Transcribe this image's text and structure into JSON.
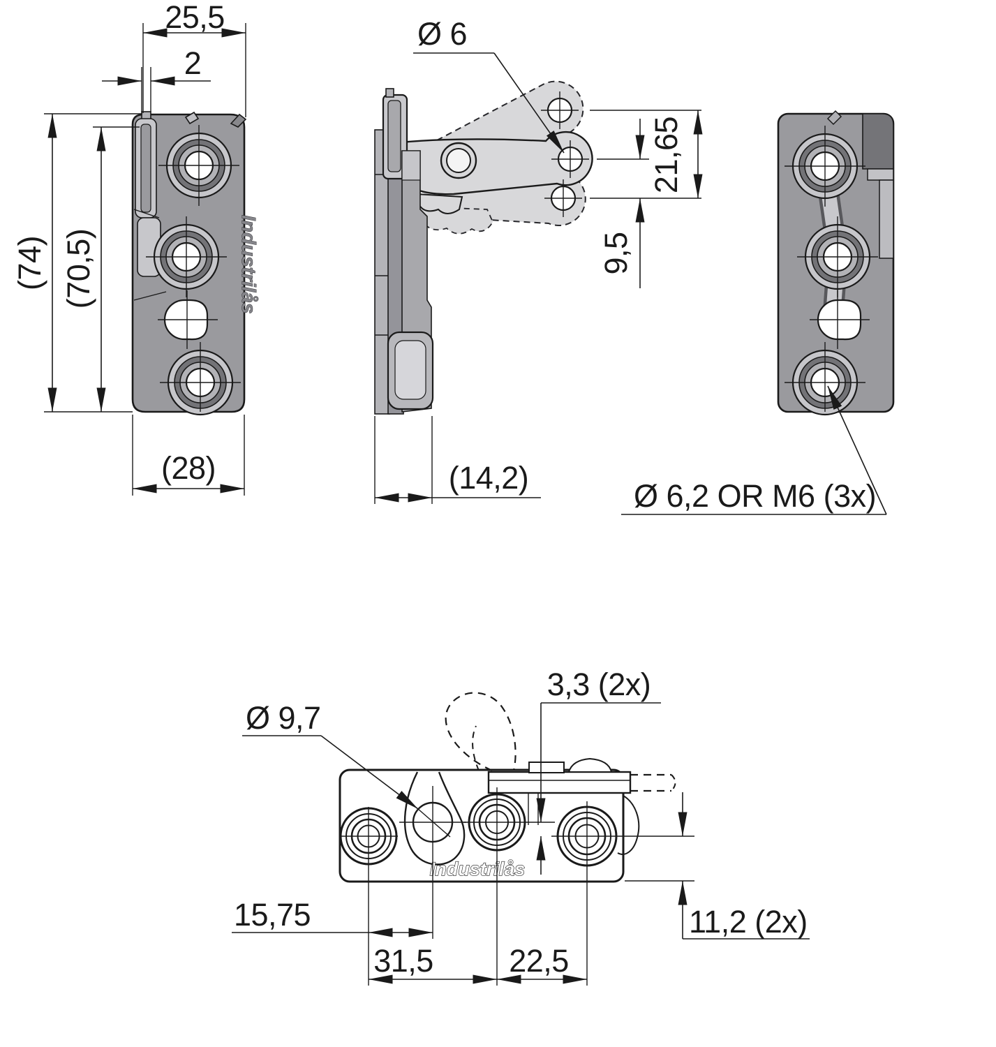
{
  "drawing": {
    "brand_logo": "Industrilås",
    "views": {
      "front_view": {
        "dimensions": {
          "top_width": "25,5",
          "flange_thickness": "2",
          "overall_height": "(74)",
          "flange_height": "(70,5)",
          "body_width": "(28)"
        }
      },
      "side_view": {
        "dimensions": {
          "arm_hole_diameter": "Ø 6",
          "arm_travel_upper": "21,65",
          "arm_travel_lower": "9,5",
          "body_depth": "(14,2)"
        }
      },
      "rear_view": {
        "dimensions": {
          "mounting_holes": "Ø 6,2 OR M6 (3x)"
        }
      },
      "bottom_view": {
        "dimensions": {
          "slot_diameter": "Ø 9,7",
          "center_offset": "3,3 (2x)",
          "slot_to_hole": "15,75",
          "hole_pitch_left": "31,5",
          "hole_pitch_right": "22,5",
          "hole_to_edge": "11,2 (2x)"
        }
      }
    }
  }
}
